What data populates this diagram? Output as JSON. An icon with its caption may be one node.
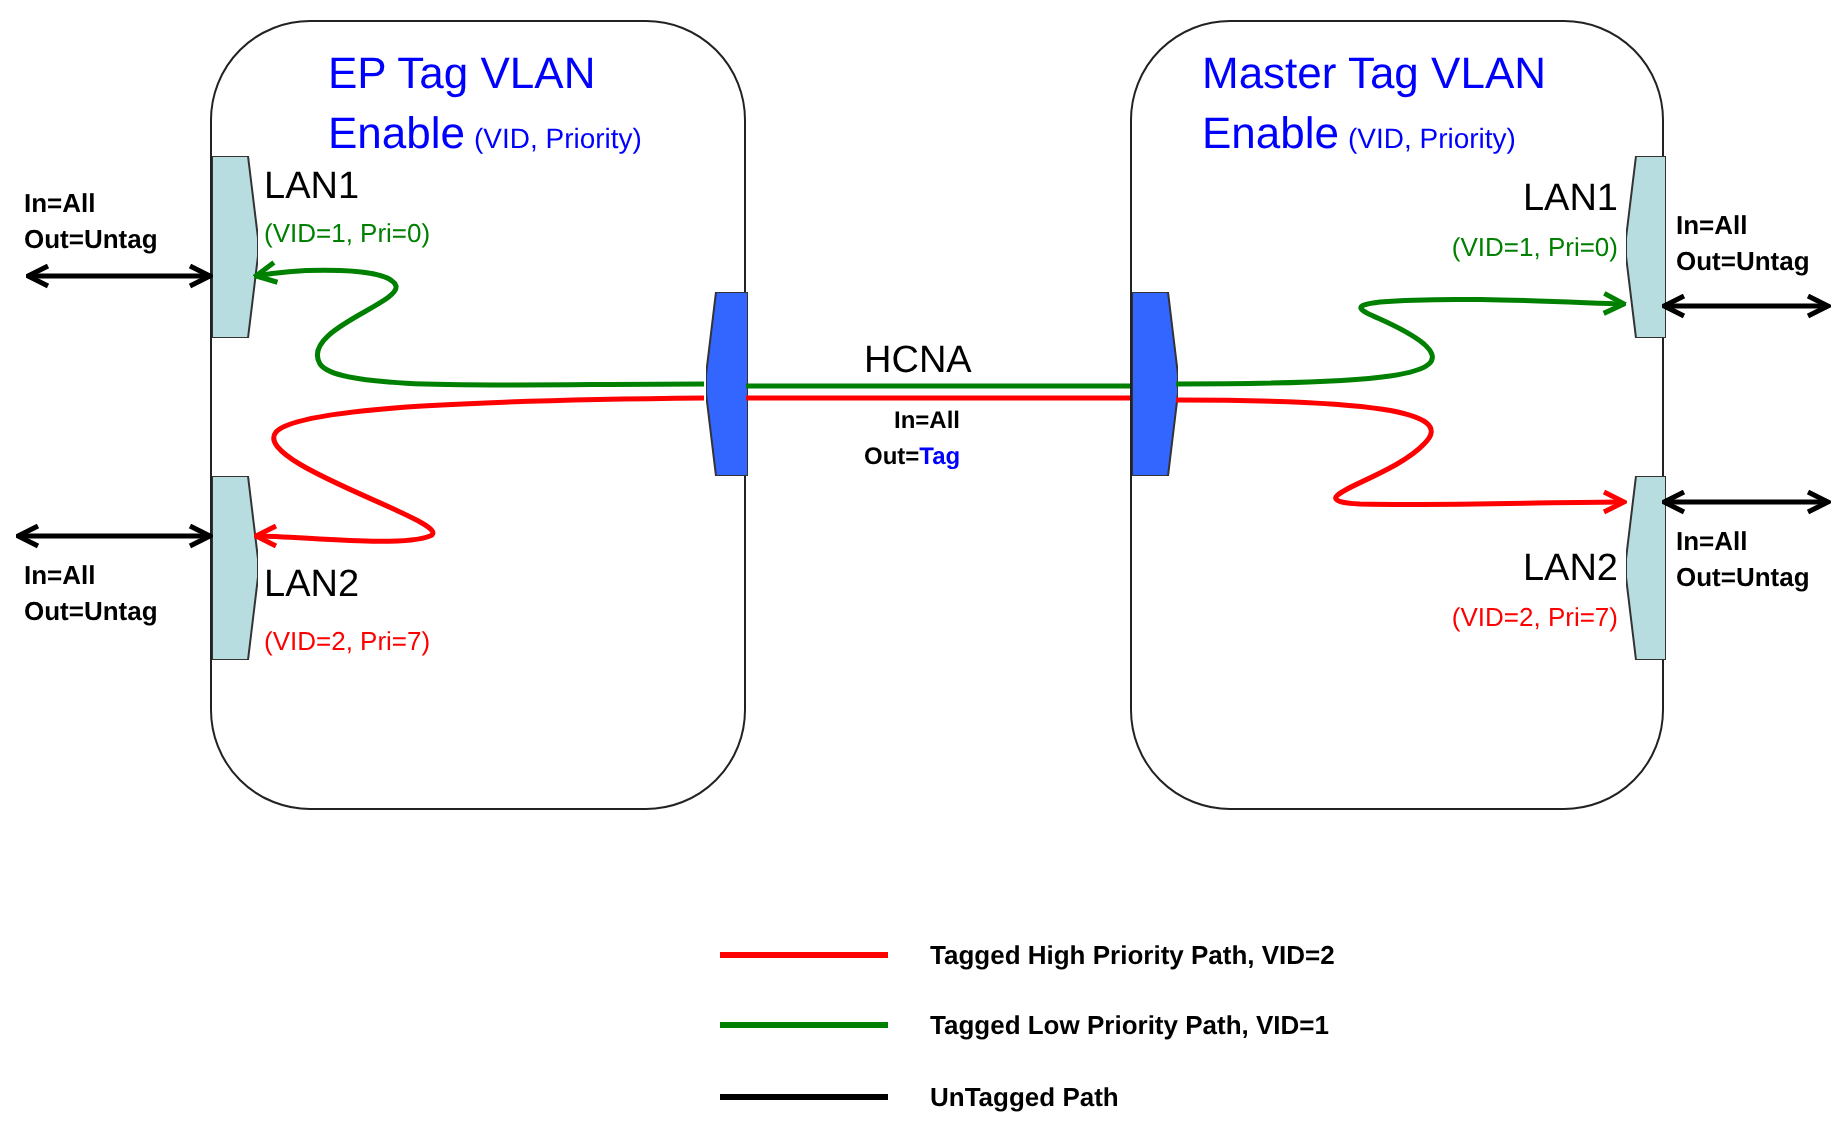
{
  "diagram": {
    "nodes": [
      {
        "text": [
          "EP Tag VLAN Enable",
          "(VID, Priority)"
        ]
      },
      {
        "text": [
          "LAN1",
          "(VID=1, Pri=0)"
        ],
        "in": 0
      },
      {
        "text": [
          "LAN2",
          "(VID=2, Pri=7)"
        ],
        "in": 0
      },
      {
        "text": [],
        "shape": "box",
        "in": 0
      },
      {
        "text": [
          "Master Tag VLAN Enable",
          "(VID, Priority)"
        ]
      },
      {
        "text": [
          "LAN1",
          "(VID=1, Pri=0)"
        ],
        "in": 4
      },
      {
        "text": [
          "LAN2",
          "(VID=2, Pri=7)"
        ],
        "in": 4
      },
      {
        "text": [],
        "shape": "box",
        "in": 4
      }
    ],
    "edges": [
      {
        "from": null,
        "to": 1,
        "arrow": "both",
        "label": "In=All Out=Untag"
      },
      {
        "from": null,
        "to": 2,
        "arrow": "both",
        "label": "In=All Out=Untag"
      },
      {
        "from": 3,
        "to": 1,
        "arrow": "to",
        "color": "#008000"
      },
      {
        "from": 3,
        "to": 7,
        "arrow": "none",
        "color": "#008000"
      },
      {
        "from": 7,
        "to": 5,
        "arrow": "to",
        "color": "#008000"
      },
      {
        "from": 3,
        "to": 2,
        "arrow": "to",
        "color": "#ff0000"
      },
      {
        "from": 3,
        "to": 7,
        "arrow": "none",
        "color": "#ff0000"
      },
      {
        "from": 7,
        "to": 6,
        "arrow": "to",
        "color": "#ff0000"
      },
      {
        "from": 5,
        "to": null,
        "arrow": "both",
        "label": "In=All Out=Untag"
      },
      {
        "from": 6,
        "to": null,
        "arrow": "both",
        "label": "In=All Out=Untag"
      }
    ],
    "labels": [
      "HCNA",
      "In=All",
      "Out=Tag"
    ],
    "legend": [
      {
        "text": "Tagged High Priority Path, VID=2",
        "color": "#ff0000"
      },
      {
        "text": "Tagged Low Priority Path, VID=1",
        "color": "#008000"
      },
      {
        "text": "UnTagged Path",
        "color": "#000000"
      }
    ]
  }
}
